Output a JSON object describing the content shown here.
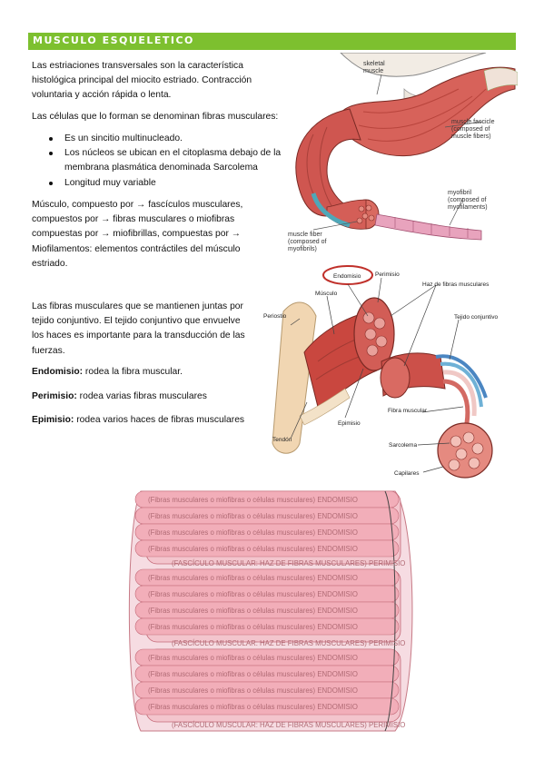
{
  "header": {
    "title": "MUSCULO ESQUELETICO",
    "bar_color": "#7dc02f"
  },
  "section1": {
    "intro_lines": [
      "Las estriaciones transversales son la característica",
      "histológica principal del miocito estriado. Contracción",
      "voluntaria y acción rápida o lenta."
    ],
    "cells_line": "Las células que lo forman se denominan fibras musculares:",
    "bullets": [
      [
        "Es un sincitio multinucleado."
      ],
      [
        "Los núcleos se ubican en el citoplasma debajo de la",
        "membrana plasmática denominada Sarcolema"
      ],
      [
        "Longitud muy variable"
      ]
    ],
    "hierarchy_lines": [
      "Músculo, compuesto por → fascículos musculares,",
      "compuestos por → fibras musculares o miofibras",
      "compuestas por → miofibrillas, compuestas por →",
      "Miofilamentos: elementos contráctiles del músculo",
      "estriado."
    ]
  },
  "figure1": {
    "labels": {
      "skeletal_muscle": [
        "skeletal",
        "muscle"
      ],
      "fascicle": [
        "muscle fascicle",
        "(composed of",
        "muscle fibers)"
      ],
      "myofibril": [
        "myofibril",
        "(composed of",
        "myofilaments)"
      ],
      "fiber": [
        "muscle fiber",
        "(composed of",
        "myofibrils)"
      ]
    }
  },
  "section2": {
    "tissue_lines": [
      "Las fibras musculares que se mantienen juntas por",
      "tejido conjuntivo. El tejido conjuntivo que envuelve",
      "los haces es importante para la transducción de las",
      "fuerzas."
    ],
    "definitions": [
      {
        "term": "Endomisio:",
        "text": " rodea la fibra muscular."
      },
      {
        "term": "Perimisio:",
        "text": " rodea varias fibras musculares"
      },
      {
        "term": "Epimisio:",
        "text": " rodea varios haces de fibras musculares"
      }
    ]
  },
  "figure2": {
    "labels": {
      "endomisio": "Endomisio",
      "perimisio": "Perimisio",
      "haz": "Haz de fibras musculares",
      "musculo": "Músculo",
      "tejido": "Tejido conjuntivo",
      "periostio": "Periostio",
      "epimisio": "Epimisio",
      "fibra": "Fibra muscular",
      "sarcolema": "Sarcolema",
      "tendon": "Tendón",
      "capilares": "Capilares"
    }
  },
  "diagram": {
    "endomisio_label": "(Fibras musculares o miofibras o células musculares) ENDOMISIO",
    "perimisio_label": "(FASCÍCULO MUSCULAR: HAZ DE FIBRAS MUSCULARES) PERIMISIO"
  }
}
